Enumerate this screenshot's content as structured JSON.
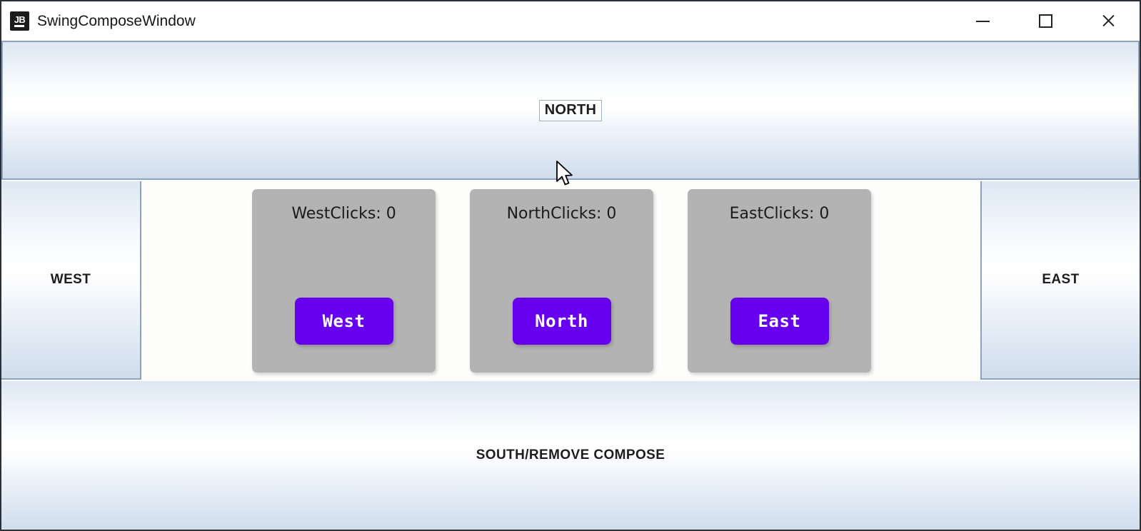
{
  "window": {
    "title": "SwingComposeWindow",
    "logo_text": "JB",
    "logo_icon": "jetbrains-logo-icon",
    "controls": {
      "minimize": "minimize-icon",
      "maximize": "maximize-icon",
      "close": "close-icon"
    }
  },
  "layout": {
    "north": {
      "label": "NORTH"
    },
    "west": {
      "label": "WEST"
    },
    "east": {
      "label": "EAST"
    },
    "south": {
      "label": "SOUTH/REMOVE COMPOSE"
    }
  },
  "center": {
    "cards": [
      {
        "counter": "WestClicks: 0",
        "button": "West"
      },
      {
        "counter": "NorthClicks: 0",
        "button": "North"
      },
      {
        "counter": "EastClicks: 0",
        "button": "East"
      }
    ]
  },
  "cursor": {
    "icon": "mouse-pointer-icon"
  },
  "colors": {
    "accent_purple": "#6600ee",
    "card_gray": "#b3b3b3",
    "panel_border": "#8ba3bf",
    "window_border": "#2b2f36",
    "center_background": "#fdfdfb"
  }
}
